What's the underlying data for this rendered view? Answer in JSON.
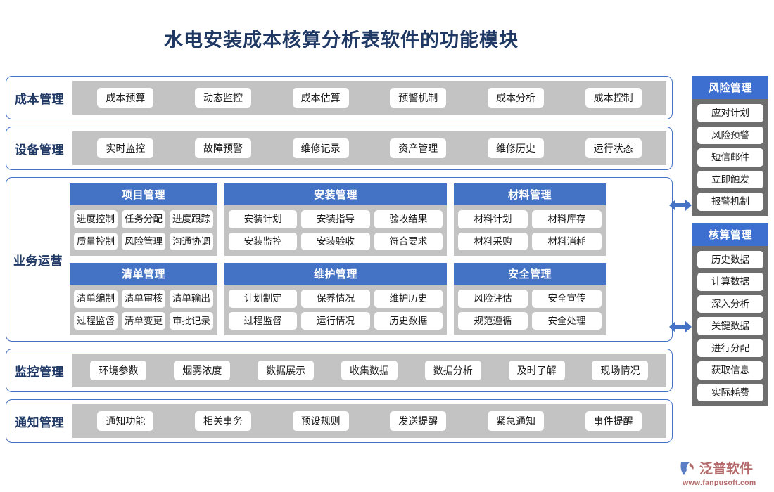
{
  "page": {
    "title": "水电安装成本核算分析表软件的功能模块"
  },
  "bands": [
    {
      "label": "成本管理",
      "items": [
        "成本预算",
        "动态监控",
        "成本估算",
        "预警机制",
        "成本分析",
        "成本控制"
      ]
    },
    {
      "label": "设备管理",
      "items": [
        "实时监控",
        "故障预警",
        "维修记录",
        "资产管理",
        "维修历史",
        "运行状态"
      ]
    }
  ],
  "business": {
    "label": "业务运营",
    "cards_row1": [
      {
        "title": "项目管理",
        "rows": [
          [
            "进度控制",
            "任务分配",
            "进度跟踪"
          ],
          [
            "质量控制",
            "风险管理",
            "沟通协调"
          ]
        ]
      },
      {
        "title": "安装管理",
        "rows": [
          [
            "安装计划",
            "安装指导",
            "验收结果"
          ],
          [
            "安装监控",
            "安装验收",
            "符合要求"
          ]
        ]
      },
      {
        "title": "材料管理",
        "rows": [
          [
            "材料计划",
            "材料库存"
          ],
          [
            "材料采购",
            "材料消耗"
          ]
        ]
      }
    ],
    "cards_row2": [
      {
        "title": "清单管理",
        "rows": [
          [
            "清单编制",
            "清单审核",
            "清单输出"
          ],
          [
            "过程监督",
            "清单变更",
            "审批记录"
          ]
        ]
      },
      {
        "title": "维护管理",
        "rows": [
          [
            "计划制定",
            "保养情况",
            "维护历史"
          ],
          [
            "过程监督",
            "运行情况",
            "历史数据"
          ]
        ]
      },
      {
        "title": "安全管理",
        "rows": [
          [
            "风险评估",
            "安全宣传"
          ],
          [
            "规范遵循",
            "安全处理"
          ]
        ]
      }
    ]
  },
  "bands_bottom": [
    {
      "label": "监控管理",
      "items": [
        "环境参数",
        "烟雾浓度",
        "数据展示",
        "收集数据",
        "数据分析",
        "及时了解",
        "现场情况"
      ]
    },
    {
      "label": "通知管理",
      "items": [
        "通知功能",
        "相关事务",
        "预设规则",
        "发送提醒",
        "紧急通知",
        "事件提醒"
      ]
    }
  ],
  "sidebar": {
    "panels": [
      {
        "title": "风险管理",
        "items": [
          "应对计划",
          "风险预警",
          "短信邮件",
          "立即触发",
          "报警机制"
        ]
      },
      {
        "title": "核算管理",
        "items": [
          "历史数据",
          "计算数据",
          "深入分析",
          "关键数据",
          "进行分配",
          "获取信息",
          "实际耗费"
        ]
      }
    ]
  },
  "logo": {
    "name": "泛普软件",
    "url": "www.fanpusoft.com"
  },
  "colors": {
    "title": "#1F3864",
    "header_blue": "#4472C4",
    "sidebar_blue": "#3D6FD0",
    "panel_gray": "#C3C3C3",
    "sidebar_gray": "#6E6E6E",
    "logo": "#B46A6A"
  }
}
